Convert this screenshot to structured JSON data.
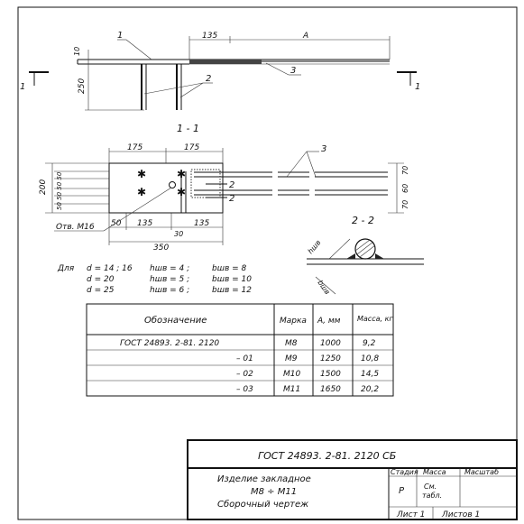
{
  "drawing": {
    "dims_top": {
      "d135": "135",
      "dA": "A",
      "d10": "10",
      "d250": "250"
    },
    "callouts": {
      "c1": "1",
      "c2": "2",
      "c3": "3",
      "c2b": "2",
      "c3b": "3"
    },
    "section_marks": {
      "left": "1",
      "right": "1"
    },
    "section_title": "1 - 1",
    "dims_plan": {
      "d175a": "175",
      "d175b": "175",
      "d50a": "50",
      "d135a": "135",
      "d135b": "135",
      "d30": "30",
      "d350": "350",
      "left_stack": "50 50 50 50",
      "d200": "200",
      "r70a": "70",
      "r60": "60",
      "r70b": "70"
    },
    "hole_label": "Отв. М16",
    "section22_title": "2 - 2",
    "h_label": "hшв",
    "b_label": "bшв"
  },
  "notes": {
    "prefix": "Для",
    "rows": [
      {
        "d": "d = 14 ; 16",
        "h": "hшв = 4 ;",
        "b": "bшв = 8"
      },
      {
        "d": "d = 20",
        "h": "hшв = 5 ;",
        "b": "bшв = 10"
      },
      {
        "d": "d = 25",
        "h": "hшв = 6 ;",
        "b": "bшв = 12"
      }
    ]
  },
  "table": {
    "headers": [
      "Обозначение",
      "Марка",
      "А, мм",
      "Масса, кг"
    ],
    "rows": [
      [
        "ГОСТ 24893. 2-81. 2120",
        "М8",
        "1000",
        "9,2"
      ],
      [
        "– 01",
        "М9",
        "1250",
        "10,8"
      ],
      [
        "– 02",
        "М10",
        "1500",
        "14,5"
      ],
      [
        "– 03",
        "М11",
        "1650",
        "20,2"
      ]
    ]
  },
  "title_block": {
    "code": "ГОСТ 24893. 2-81. 2120 СБ",
    "name_line1": "Изделие закладное",
    "name_line2": "М8 ÷ М11",
    "name_line3": "Сборочный чертеж",
    "stage_header": "Стадия",
    "mass_header": "Масса",
    "scale_header": "Масштаб",
    "stage_value": "Р",
    "mass_value_1": "См.",
    "mass_value_2": "табл.",
    "sheet": "Лист 1",
    "sheets": "Листов 1"
  }
}
